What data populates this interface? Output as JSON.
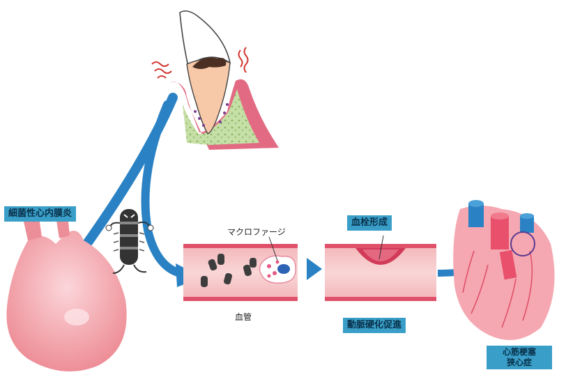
{
  "labels": {
    "endocarditis": "細菌性心内膜炎",
    "macrophage": "マクロファージ",
    "vessel": "血管",
    "thrombus": "血栓形成",
    "atherosclerosis": "動脈硬化促進",
    "mi_line1": "心筋梗塞",
    "mi_line2": "狭心症"
  },
  "colors": {
    "arrow": "#2a82c4",
    "tag_bg": "#3a9fc8",
    "gum": "#e26b83",
    "vessel_wall": "#e0506a",
    "vessel_fill": "#f6c4c6",
    "heart": "#f0a0a8",
    "tooth_root": "#f7c9a8",
    "bone": "#b9d79a"
  },
  "icons": [
    "tooth-icon",
    "bacterium-icon",
    "heart-icon",
    "heart-detail-icon",
    "macrophage-icon",
    "thrombus-icon"
  ]
}
